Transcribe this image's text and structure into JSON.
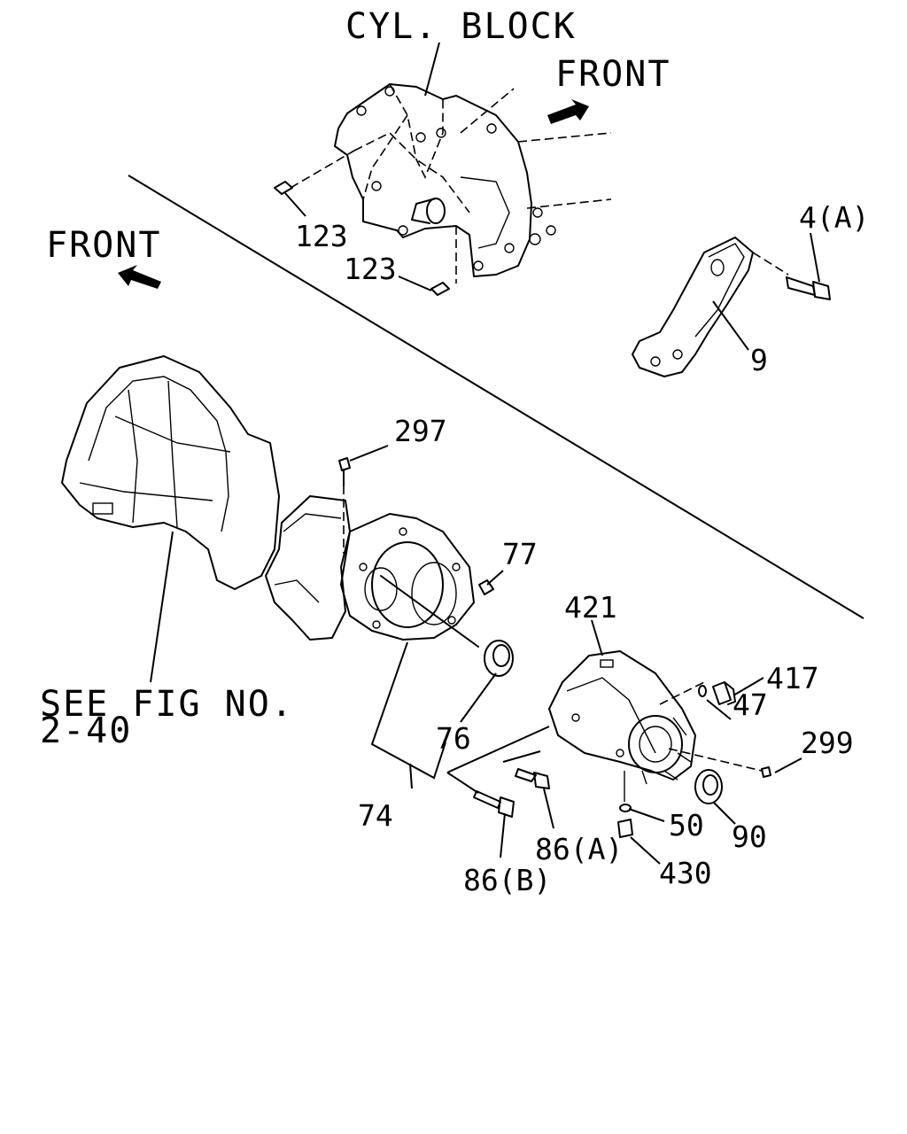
{
  "labels": {
    "cyl_block": "CYL. BLOCK",
    "front_top": "FRONT",
    "front_left": "FRONT",
    "see_fig": "SEE FIG NO.",
    "see_fig_num": "2-40"
  },
  "callouts": {
    "p123a": "123",
    "p123b": "123",
    "p4a": "4(A)",
    "p9": "9",
    "p297": "297",
    "p77": "77",
    "p421": "421",
    "p417": "417",
    "p47": "47",
    "p299": "299",
    "p76": "76",
    "p74": "74",
    "p86a": "86(A)",
    "p86b": "86(B)",
    "p50": "50",
    "p90": "90",
    "p430": "430"
  }
}
